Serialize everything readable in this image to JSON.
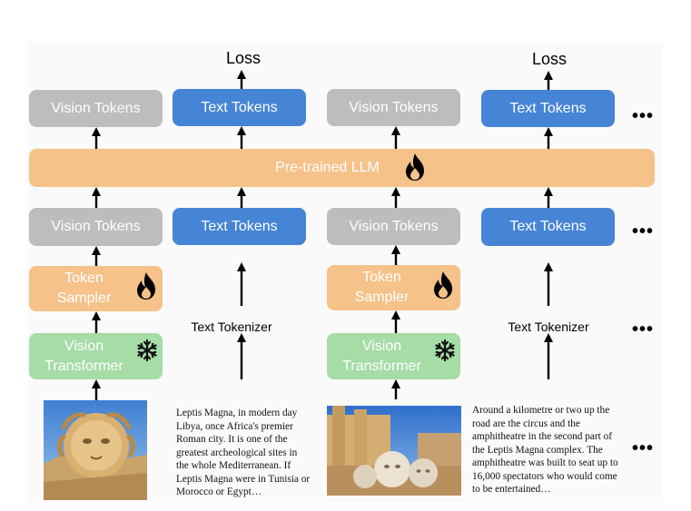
{
  "labels": {
    "loss": "Loss",
    "vision_tokens": "Vision Tokens",
    "text_tokens": "Text Tokens",
    "llm": "Pre-trained LLM",
    "token_sampler": "Token\nSampler",
    "vision_transformer": "Vision\nTransformer",
    "text_tokenizer": "Text Tokenizer",
    "ellipsis": "•••"
  },
  "captions": [
    "Leptis Magna, in modern day Libya, once Africa's premier Roman city. It is one of the greatest archeological sites in the whole Mediterranean. If Leptis Magna were in Tunisia or Morocco or Egypt…",
    "Around a kilometre or two up the road are the circus and the amphitheatre in the second part of the Leptis Magna complex. The amphitheatre was built to seat up to 16,000 spectators who would come to be entertained…"
  ],
  "colors": {
    "vision_tokens": "#bdbdbd",
    "text_tokens": "#4684d6",
    "llm_and_sampler": "#f5c28a",
    "vision_transformer": "#a6dca6"
  },
  "icons": {
    "trainable": "flame-icon",
    "frozen": "snowflake-icon",
    "images": [
      "medusa-head-photo",
      "ruins-photo"
    ]
  }
}
